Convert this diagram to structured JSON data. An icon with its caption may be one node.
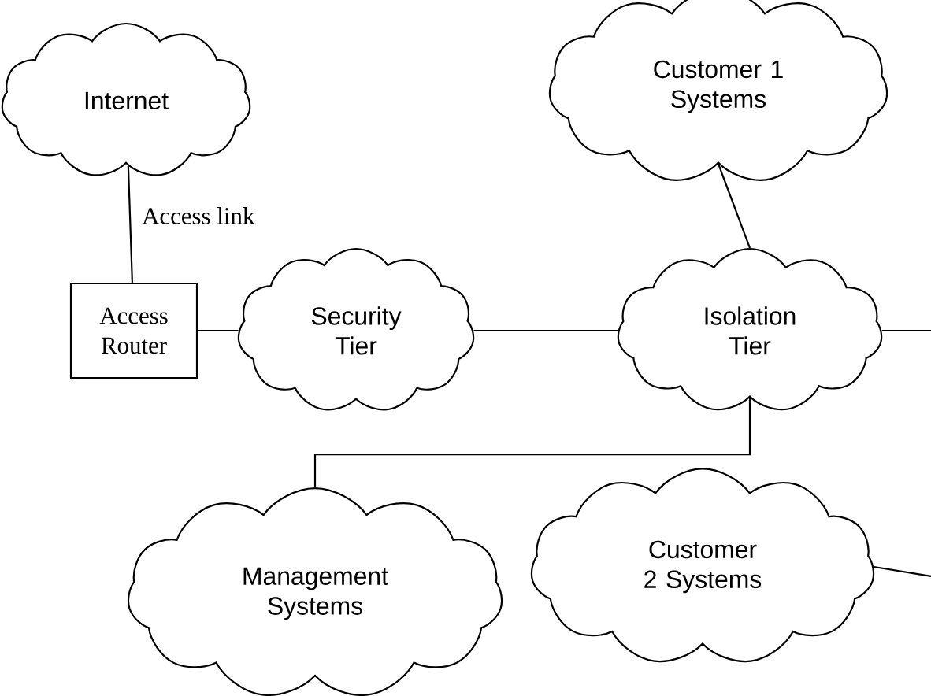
{
  "diagram": {
    "nodes": [
      {
        "text": [
          "Internet"
        ]
      },
      {
        "text": [
          "Access Router"
        ]
      },
      {
        "text": [
          "Security Tier"
        ]
      },
      {
        "text": [
          "Customer 1 Systems"
        ]
      },
      {
        "text": [
          "Isolation Tier"
        ]
      },
      {
        "text": [
          "Management Systems"
        ]
      },
      {
        "text": [
          "Customer 2 Systems"
        ]
      }
    ],
    "edges": [
      {
        "from": 0,
        "to": 1,
        "arrow": "none",
        "label": "Access link"
      },
      {
        "from": 1,
        "to": 2,
        "arrow": "none"
      },
      {
        "from": 2,
        "to": 4,
        "arrow": "none"
      },
      {
        "from": 3,
        "to": 4,
        "arrow": "none"
      },
      {
        "from": 4,
        "to": 5,
        "arrow": "none"
      },
      {
        "from": 4,
        "to": null,
        "arrow": "none"
      },
      {
        "from": 6,
        "to": null,
        "arrow": "none"
      }
    ]
  }
}
